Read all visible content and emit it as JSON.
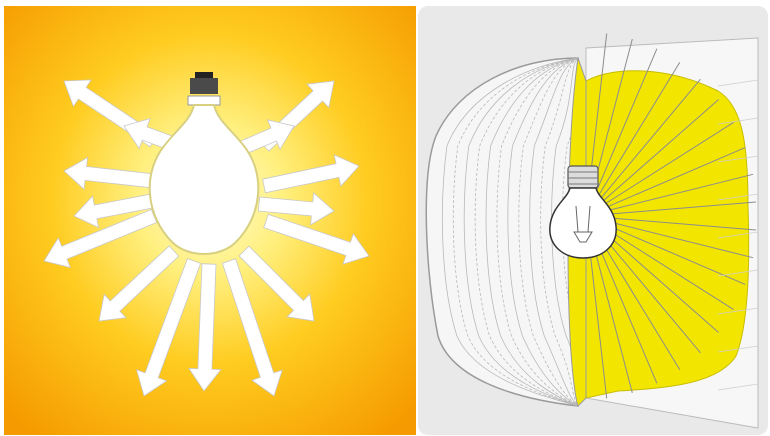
{
  "figure": {
    "left_panel": {
      "description_name": "omnidirectional-bulb-radiation",
      "icon": "light-bulb-icon",
      "arrow_count": 15,
      "colors": {
        "outer": "#f5a000",
        "glow": "#fff7a0",
        "bulb": "#ffffff",
        "base": "#4a4a4a"
      }
    },
    "right_panel": {
      "description_name": "bulb-radiation-distribution-surface",
      "icon": "light-bulb-icon",
      "colors": {
        "background": "#e9e9ea",
        "surface": "#f6f6f6",
        "lobe": "#f2e600",
        "arrow": "#888888"
      }
    }
  }
}
